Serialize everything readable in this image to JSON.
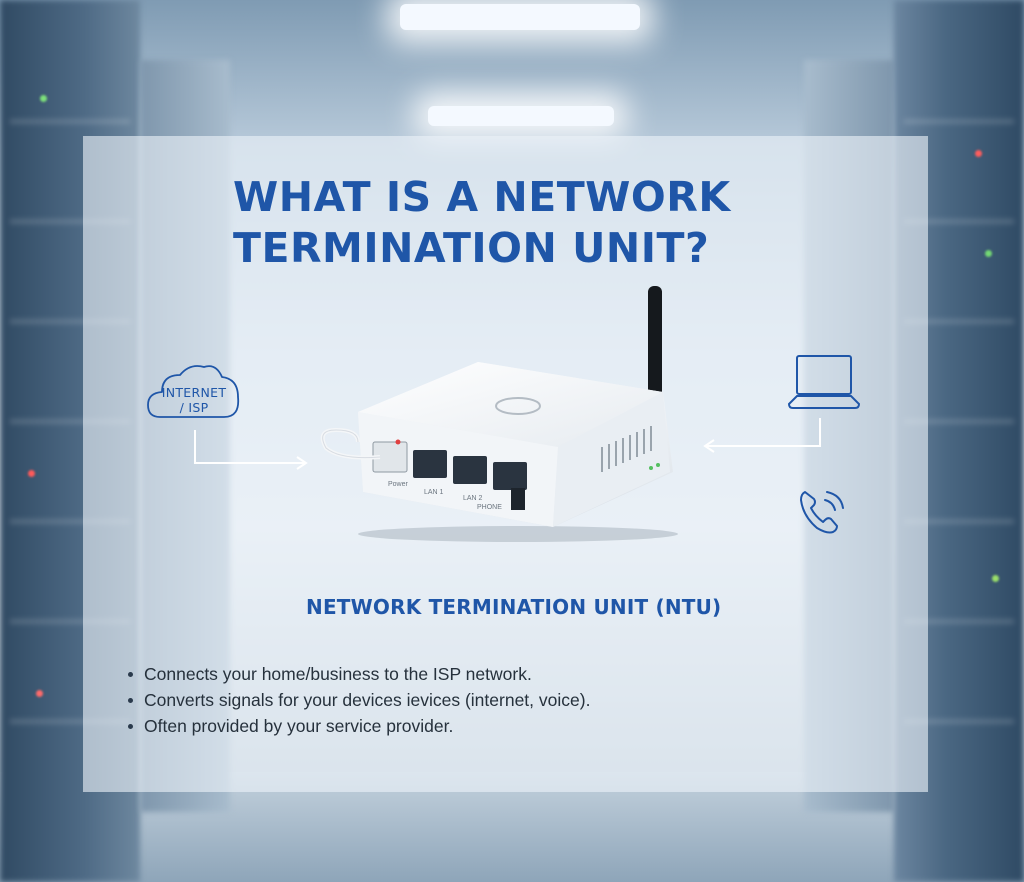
{
  "title": {
    "line1": "WHAT IS A NETWORK",
    "line2": "TERMINATION UNIT?"
  },
  "internet": {
    "label_line1": "INTERNET",
    "label_line2": "/ ISP",
    "icon": "cloud-icon"
  },
  "router": {
    "port_labels": [
      "Power",
      "LAN 1",
      "LAN 2",
      "PHONE"
    ],
    "icon": "router-image"
  },
  "devices": {
    "laptop_icon": "laptop-icon",
    "phone_icon": "phone-icon"
  },
  "subtitle": "NETWORK TERMINATION UNIT (NTU)",
  "bullets": [
    "Connects your home/business to the ISP network.",
    "Converts signals for your devices ievices (internet, voice).",
    "Often provided by your service provider."
  ],
  "colors": {
    "accent": "#1f56a8",
    "text": "#26313c",
    "panel": "#ecf2f8"
  }
}
